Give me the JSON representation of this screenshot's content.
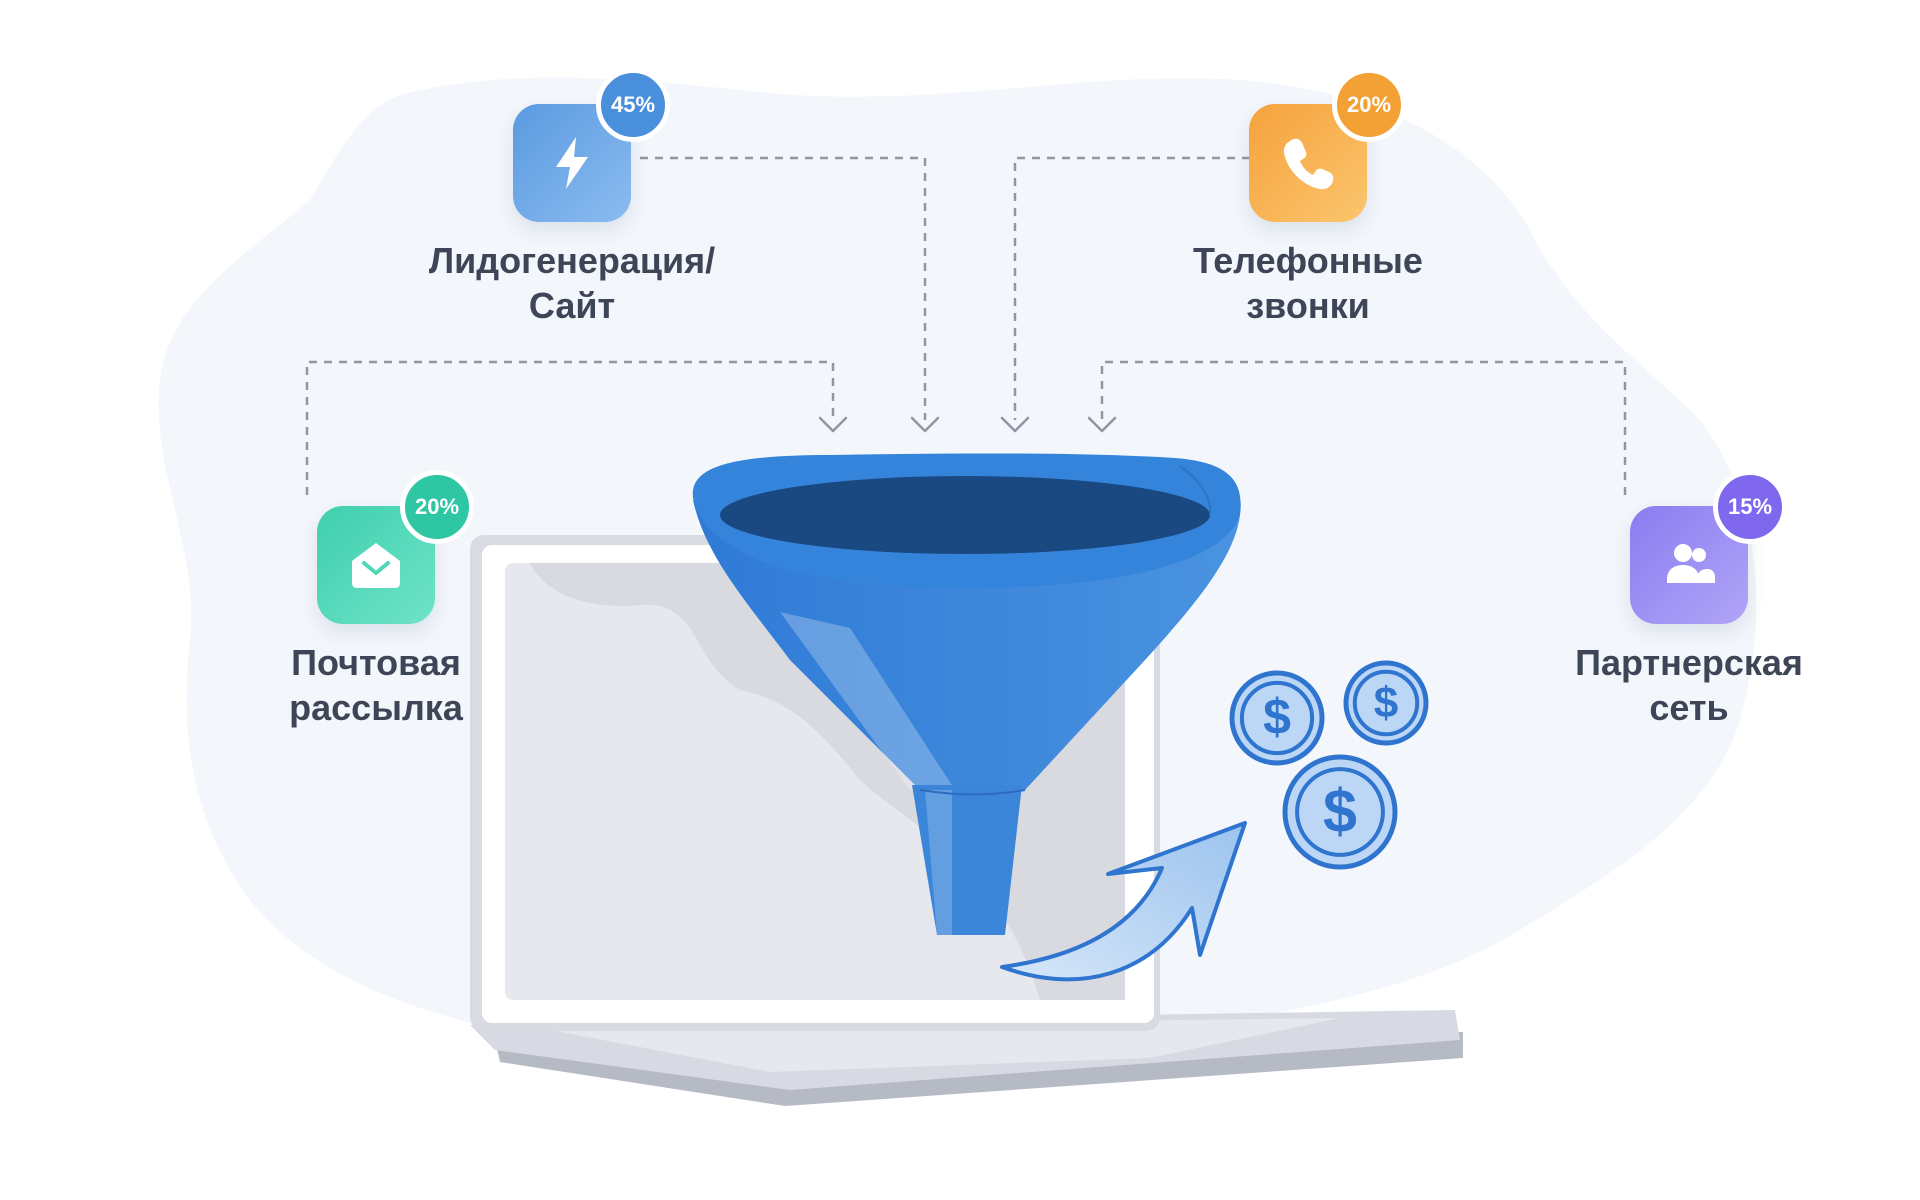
{
  "sources": [
    {
      "id": "lead",
      "line1": "Лидогенерация/",
      "line2": "Сайт",
      "percent": "45%",
      "icon": "lightning-icon",
      "color_from": "#5a9ae0",
      "color_to": "#8bbcf0",
      "badge_color": "#4a8fdc"
    },
    {
      "id": "phone",
      "line1": "Телефонные",
      "line2": "звонки",
      "percent": "20%",
      "icon": "phone-icon",
      "color_from": "#f6a23c",
      "color_to": "#fbc56e",
      "badge_color": "#f3a135"
    },
    {
      "id": "mail",
      "line1": "Почтовая",
      "line2": "рассылка",
      "percent": "20%",
      "icon": "envelope-icon",
      "color_from": "#3fcfae",
      "color_to": "#6fe3c8",
      "badge_color": "#2fc6a3"
    },
    {
      "id": "partner",
      "line1": "Партнерская",
      "line2": "сеть",
      "percent": "15%",
      "icon": "users-icon",
      "color_from": "#8a7cf0",
      "color_to": "#b1a5f7",
      "badge_color": "#8068ee"
    }
  ],
  "coin_symbol": "$",
  "colors": {
    "funnel": "#3c86d9",
    "funnel_dark": "#1a4880",
    "arrow": "#a7c9ef",
    "coin": "#2f74cf",
    "coin_fill": "#bcd6f5",
    "laptop": "#e2e4ea",
    "blob": "#f3f6fb"
  }
}
